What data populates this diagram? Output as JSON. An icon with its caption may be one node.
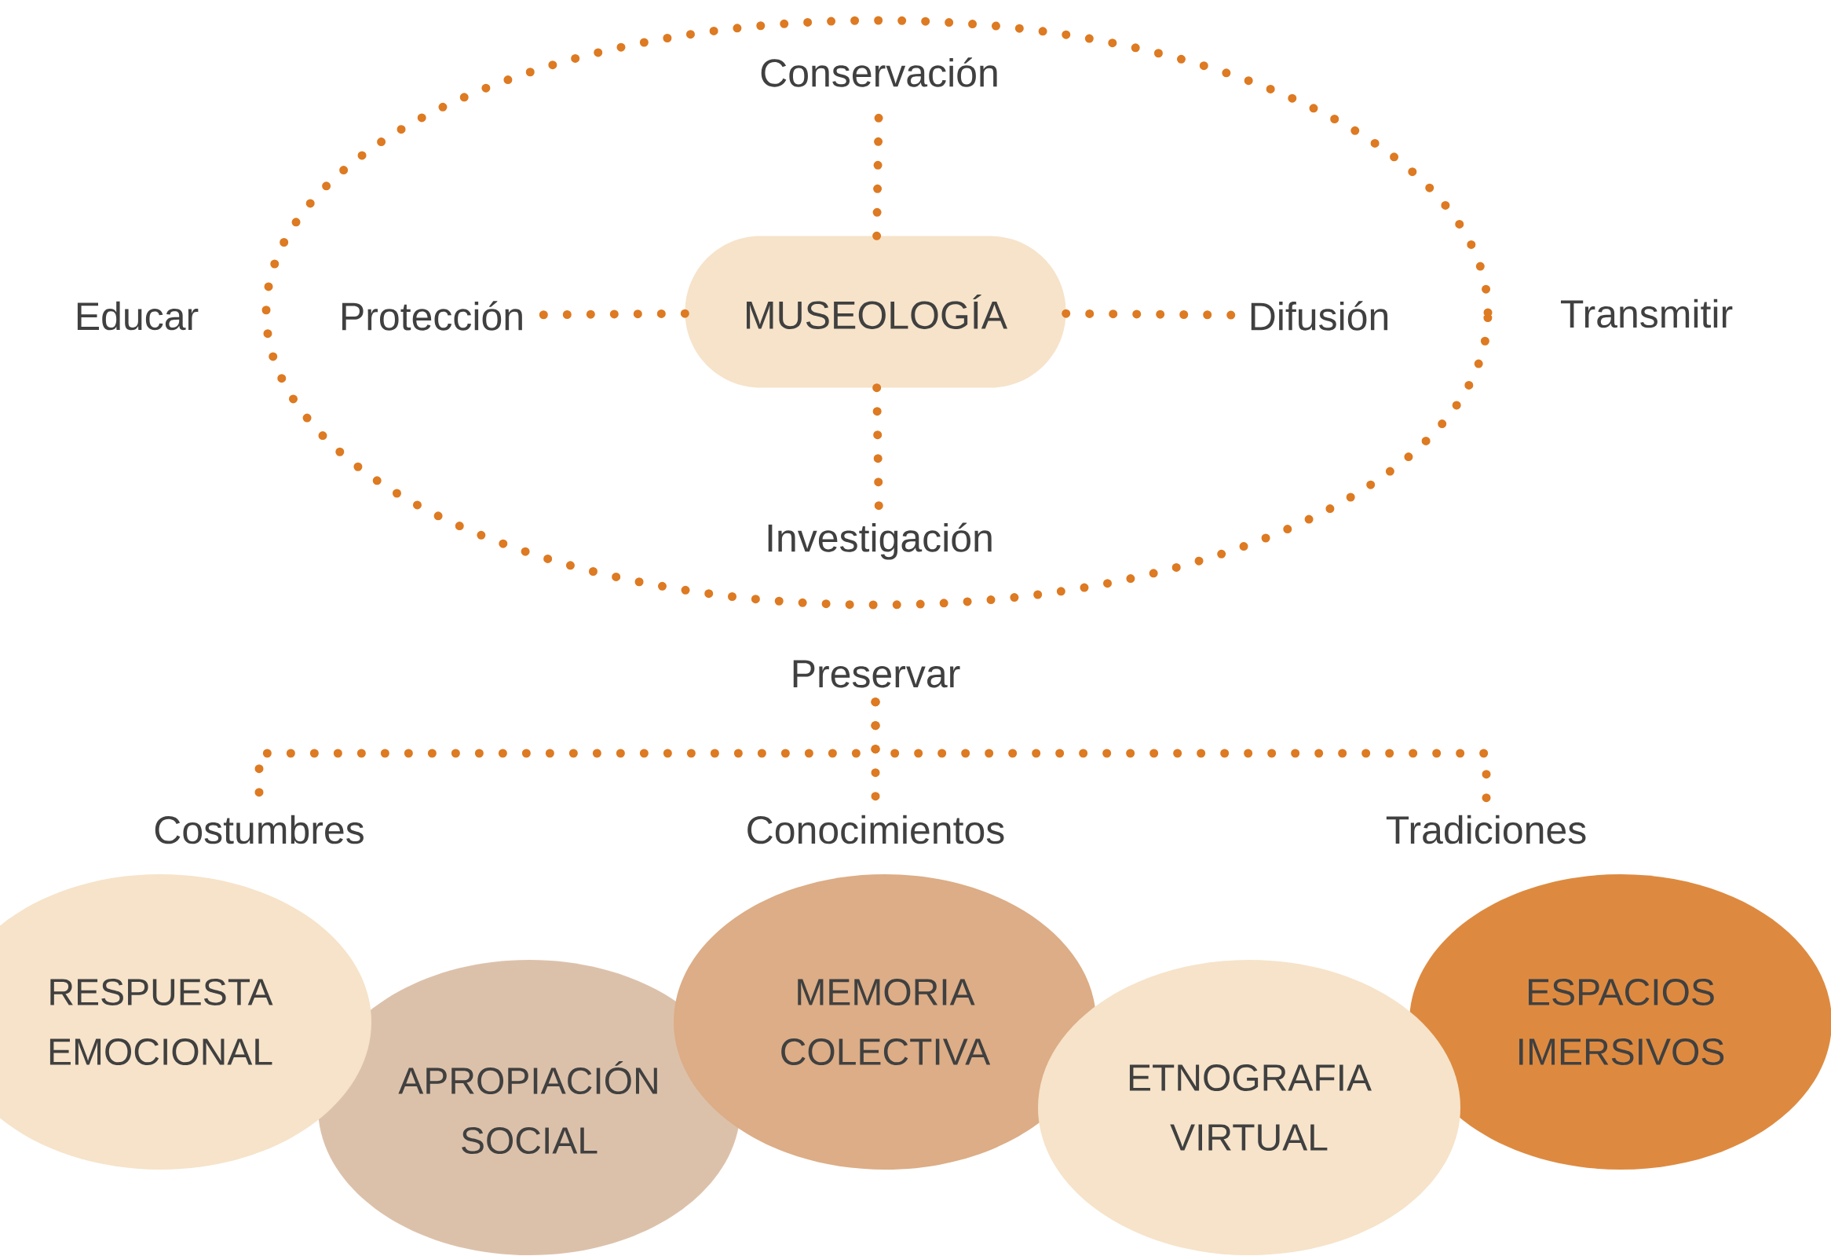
{
  "diagram": {
    "nodes": [
      {
        "text": [
          "MUSEOLOGÍA"
        ]
      },
      {
        "text": [
          "Conservación"
        ]
      },
      {
        "text": [
          "Protección"
        ]
      },
      {
        "text": [
          "Difusión"
        ]
      },
      {
        "text": [
          "Investigación"
        ]
      },
      {
        "text": [
          "Preservar"
        ]
      },
      {
        "text": [
          "Costumbres"
        ]
      },
      {
        "text": [
          "Conocimientos"
        ]
      },
      {
        "text": [
          "Tradiciones"
        ]
      },
      {
        "text": [
          "RESPUESTA EMOCIONAL"
        ]
      },
      {
        "text": [
          "APROPIACIÓN SOCIAL"
        ]
      },
      {
        "text": [
          "MEMORIA COLECTIVA"
        ]
      },
      {
        "text": [
          "ETNOGRAFIA VIRTUAL"
        ]
      },
      {
        "text": [
          "ESPACIOS IMERSIVOS"
        ]
      }
    ],
    "edges": [
      {
        "from": 0,
        "to": 1,
        "arrow": "none"
      },
      {
        "from": 0,
        "to": 2,
        "arrow": "none"
      },
      {
        "from": 0,
        "to": 3,
        "arrow": "none"
      },
      {
        "from": 0,
        "to": 4,
        "arrow": "none"
      },
      {
        "from": 5,
        "to": 6,
        "arrow": "none"
      },
      {
        "from": 5,
        "to": 7,
        "arrow": "none"
      },
      {
        "from": 5,
        "to": 8,
        "arrow": "none"
      }
    ],
    "labels": [
      "Educar",
      "Transmitir"
    ]
  }
}
